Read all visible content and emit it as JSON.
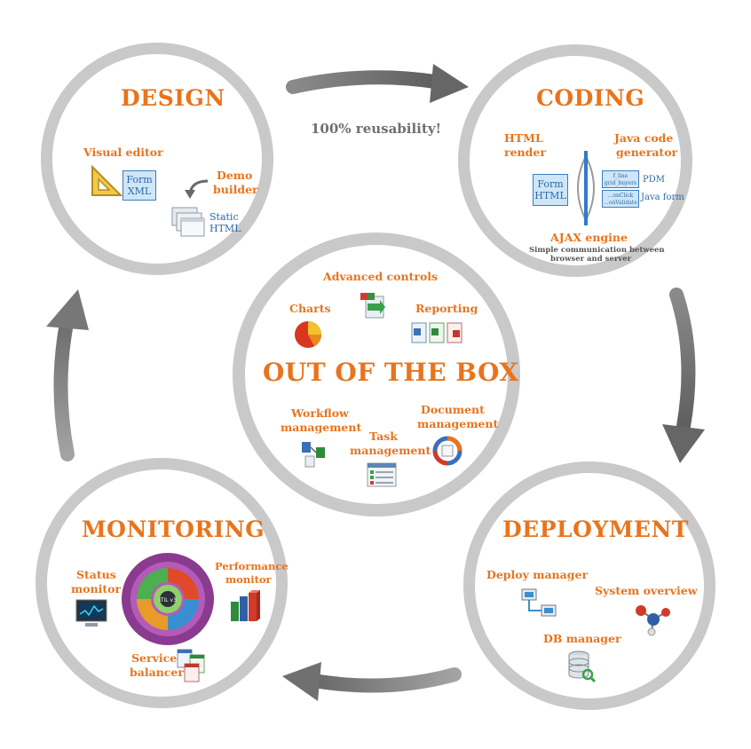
{
  "colors": {
    "accent": "#e8741d",
    "ring": "#c9c9c9",
    "arrow": "#6f6f6f",
    "box_fill": "#cfe6f7",
    "box_text": "#2a6aa8"
  },
  "reusability": "100% reusability!",
  "design": {
    "title": "DESIGN",
    "visual_editor": "Visual editor",
    "form_line1": "Form",
    "form_line2": "XML",
    "demo_line1": "Demo",
    "demo_line2": "builder",
    "static_line1": "Static",
    "static_line2": "HTML",
    "icons": [
      "triangle-ruler-icon",
      "curved-arrow-icon",
      "windows-stack-icon"
    ]
  },
  "coding": {
    "title": "CODING",
    "html_line1": "HTML",
    "html_line2": "render",
    "java_line1": "Java code",
    "java_line2": "generator",
    "form_line1": "Form",
    "form_line2": "HTML",
    "code_line1": "f_line",
    "code_line2": "grid_buyers",
    "code_line3": "...onClick",
    "code_line4": "...onValidate",
    "pdm": "PDM",
    "java_form": "Java form",
    "ajax": "AJAX engine",
    "ajax_desc_line1": "Simple communication between",
    "ajax_desc_line2": "browser and server"
  },
  "center": {
    "title": "OUT OF THE BOX",
    "advanced_controls": "Advanced controls",
    "charts": "Charts",
    "reporting": "Reporting",
    "workflow_line1": "Workflow",
    "workflow_line2": "management",
    "task_line1": "Task",
    "task_line2": "management",
    "document_line1": "Document",
    "document_line2": "management",
    "icons": [
      "pie-chart-icon",
      "controls-icon",
      "report-documents-icon",
      "workflow-icon",
      "task-list-icon",
      "document-management-icon"
    ]
  },
  "deployment": {
    "title": "DEPLOYMENT",
    "deploy_manager": "Deploy manager",
    "system_overview": "System overview",
    "db_manager": "DB manager",
    "icons": [
      "network-computers-icon",
      "molecule-icon",
      "database-icon"
    ]
  },
  "monitoring": {
    "title": "MONITORING",
    "status_line1": "Status",
    "status_line2": "monitor",
    "performance_line1": "Performance",
    "performance_line2": "monitor",
    "service_line1": "Service",
    "service_line2": "balancer",
    "itil_label": "ITIL v3",
    "icons": [
      "status-monitor-icon",
      "itil-cycle-icon",
      "bar-chart-3d-icon",
      "balancer-windows-icon"
    ]
  }
}
